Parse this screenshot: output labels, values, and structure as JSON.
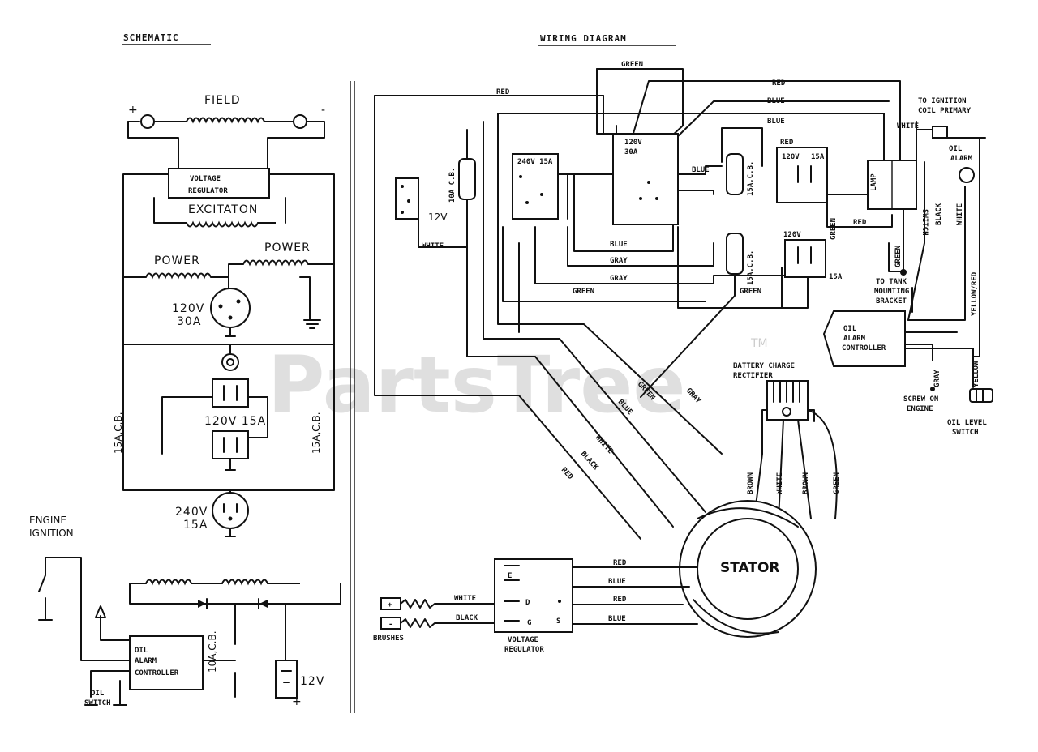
{
  "schematic": {
    "title": "SCHEMATIC",
    "field": "FIELD",
    "field_plus": "+",
    "field_minus": "-",
    "voltage_regulator": [
      "VOLTAGE",
      "REGULATOR"
    ],
    "excitation": "EXCITATON",
    "power_left": "POWER",
    "power_right": "POWER",
    "recep_120v_30a": [
      "120V",
      "30A"
    ],
    "cb_left": "15A,C.B.",
    "cb_right": "15A,C.B.",
    "recep_120v_15a": "120V 15A",
    "recep_240v_15a": [
      "240V",
      "15A"
    ],
    "engine_ignition": [
      "ENGINE",
      "IGNITION"
    ],
    "oil_alarm_controller": [
      "OIL",
      "ALARM",
      "CONTROLLER"
    ],
    "cb_10a": "10A,C.B.",
    "battery_12v": "12V",
    "oil_switch": [
      "OIL",
      "SWITCH"
    ],
    "battery_plus": "+"
  },
  "wiring": {
    "title": "WIRING DIAGRAM",
    "wires": {
      "green_top": "GREEN",
      "red_top": "RED",
      "red_left": "RED",
      "blue_1": "BLUE",
      "blue_2": "BLUE",
      "blue_mid": "BLUE",
      "red_right": "RED",
      "blue_low": "BLUE",
      "gray_1": "GRAY",
      "gray_2": "GRAY",
      "green_low": "GREEN",
      "green_low2": "GREEN",
      "white_left": "WHITE",
      "white_ign": "WHITE",
      "green_vert": "GREEN",
      "green_vert2": "GREEN",
      "black_vert": "BLACK",
      "white_vert": "WHITE",
      "red_mid": "RED",
      "yellow_red": "YELLOW/RED",
      "gray_small": "GRAY",
      "yellow": "YELLOW",
      "diag_green": "GREEN",
      "diag_gray": "GRAY",
      "diag_blue": "BLUE",
      "diag_white": "WHITE",
      "diag_black": "BLACK",
      "diag_red": "RED",
      "rect_brown1": "BROWN",
      "rect_white": "WHITE",
      "rect_brown2": "BROWN",
      "rect_green": "GREEN",
      "vr_red1": "RED",
      "vr_blue1": "BLUE",
      "vr_red2": "RED",
      "vr_blue2": "BLUE",
      "br_white": "WHITE",
      "br_black": "BLACK"
    },
    "cb_10a": "10A C.B.",
    "battery_12v": "12V",
    "recep_240v_15a": "240V 15A",
    "recep_120v_30a": [
      "120V",
      "30A"
    ],
    "cb_15a_1": "15A,C.B.",
    "cb_15a_2": "15A,C.B.",
    "recep_red_label": "RED",
    "recep_120v_15a_a": [
      "120V",
      "15A"
    ],
    "recep_120v_15a_b": [
      "120V",
      "15A"
    ],
    "lamp": "LAMP",
    "switch": "SWITCH",
    "to_ignition": [
      "TO IGNITION",
      "COIL PRIMARY"
    ],
    "oil_alarm": [
      "OIL",
      "ALARM"
    ],
    "to_tank": [
      "TO TANK",
      "MOUNTING",
      "BRACKET"
    ],
    "oil_alarm_controller": [
      "OIL",
      "ALARM",
      "CONTROLLER"
    ],
    "battery_charge_rectifier": [
      "BATTERY CHARGE",
      "RECTIFIER"
    ],
    "screw_on_engine": [
      "SCREW ON",
      "ENGINE"
    ],
    "oil_level_switch": [
      "OIL LEVEL",
      "SWITCH"
    ],
    "stator": "STATOR",
    "voltage_regulator": [
      "VOLTAGE",
      "REGULATOR"
    ],
    "vr_terminals": [
      "E",
      "D",
      "S",
      "G"
    ],
    "brushes": "BRUSHES",
    "plus": "+",
    "minus": "-"
  },
  "watermark": "PartsTree",
  "watermark_tm": "TM"
}
